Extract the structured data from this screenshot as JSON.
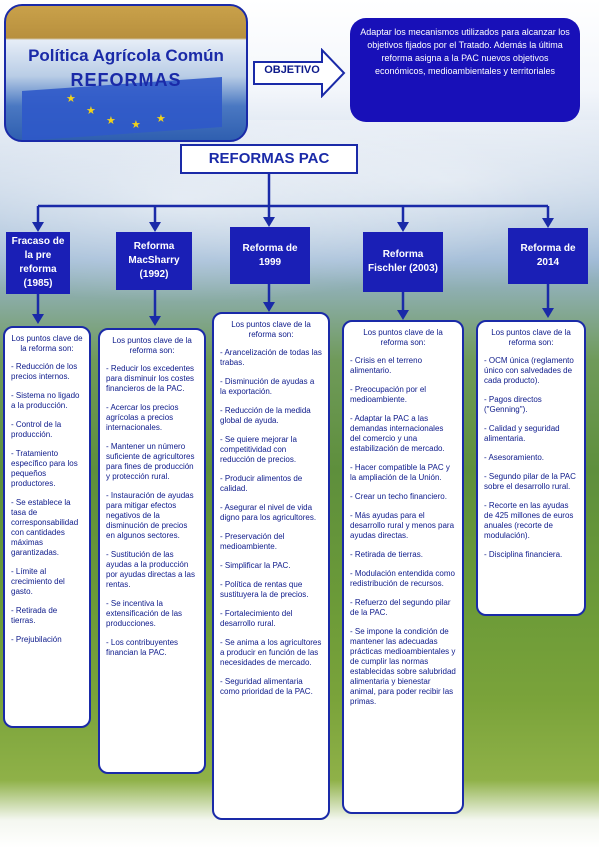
{
  "header": {
    "title_main": "Política Agrícola Común",
    "title_sub": "REFORMAS",
    "objetivo_label": "OBJETIVO",
    "objetivo_text": "Adaptar los mecanismos utilizados para alcanzar los objetivos fijados por el Tratado. Además la última reforma asigna a la PAC nuevos objetivos económicos, medioambientales y territoriales"
  },
  "main_title": "REFORMAS PAC",
  "reforms": [
    {
      "name": "Fracaso de la pre reforma (1985)",
      "heading": "Los puntos clave de la reforma son:",
      "items": [
        "- Reducción de los precios internos.",
        "- Sistema no ligado a la producción.",
        "- Control de la producción.",
        "- Tratamiento específico para los pequeños productores.",
        "- Se establece la tasa de corresponsabilidad con cantidades máximas garantizadas.",
        "- Límite al crecimiento del gasto.",
        "- Retirada de tierras.",
        "- Prejubilación"
      ]
    },
    {
      "name": "Reforma MacSharry (1992)",
      "heading": "Los puntos clave de la reforma son:",
      "items": [
        "- Reducir los excedentes para disminuir los costes financieros de la PAC.",
        "- Acercar los precios agrícolas a precios internacionales.",
        "- Mantener un número suficiente de agricultores para fines de producción y protección rural.",
        "- Instauración de ayudas para mitigar efectos negativos de la disminución de precios en algunos sectores.",
        "- Sustitución de las ayudas a la producción por ayudas directas a las rentas.",
        "- Se incentiva la extensificación de las producciones.",
        "- Los contribuyentes financian la PAC."
      ]
    },
    {
      "name": "Reforma de 1999",
      "heading": "Los puntos clave de la reforma son:",
      "items": [
        "- Arancelización de todas las trabas.",
        "- Disminución de ayudas a la exportación.",
        "- Reducción de la medida global de ayuda.",
        "- Se quiere mejorar la competitividad con reducción de precios.",
        "- Producir alimentos de calidad.",
        "- Asegurar el nivel de vida digno para los agricultores.",
        "- Preservación del medioambiente.",
        "- Simplificar la PAC.",
        "- Política de rentas que sustituyera la de precios.",
        "- Fortalecimiento del desarrollo rural.",
        "- Se anima a los agricultores a producir en función de las necesidades de mercado.",
        "- Seguridad alimentaria como prioridad de la PAC."
      ]
    },
    {
      "name": "Reforma Fischler (2003)",
      "heading": "Los puntos clave de la reforma son:",
      "items": [
        "- Crisis en el terreno alimentario.",
        "- Preocupación por el medioambiente.",
        "- Adaptar la PAC a las demandas internacionales del comercio y una estabilización de mercado.",
        "- Hacer compatible la PAC y la ampliación de la Unión.",
        "- Crear un techo financiero.",
        "- Más ayudas para el desarrollo rural y menos para ayudas directas.",
        "- Retirada de tierras.",
        "- Modulación entendida como redistribución de recursos.",
        "- Refuerzo del segundo pilar de la PAC.",
        "- Se impone la condición de mantener las adecuadas prácticas medioambientales y de cumplir las normas establecidas sobre salubridad alimentaria y bienestar animal, para poder recibir las primas."
      ]
    },
    {
      "name": "Reforma de 2014",
      "heading": "Los puntos clave de la reforma son:",
      "items": [
        "- OCM única (reglamento único con salvedades de cada producto).",
        "- Pagos directos (\"Genning\").",
        "- Calidad y seguridad alimentaria.",
        "- Asesoramiento.",
        "- Segundo pilar de la PAC sobre el desarrollo rural.",
        "- Recorte en las ayudas de 425 millones de euros anuales (recorte de modulación).",
        "- Disciplina financiera."
      ]
    }
  ],
  "colors": {
    "navy": "#1a1fb6",
    "text": "#0d1a8a",
    "objetivo_bg": "#1810b8"
  }
}
